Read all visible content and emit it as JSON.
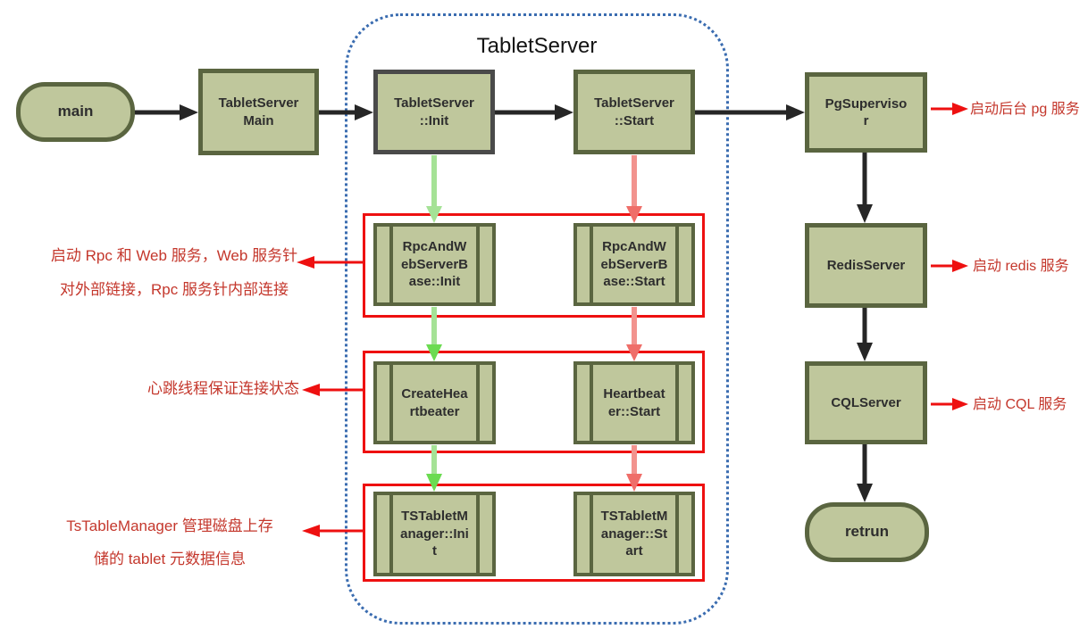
{
  "group": {
    "title": "TabletServer"
  },
  "nodes": {
    "main": {
      "label": "main"
    },
    "tablet_server_main": {
      "label": "TabletServer\nMain"
    },
    "tablet_server_init": {
      "label": "TabletServer\n::Init"
    },
    "tablet_server_start": {
      "label": "TabletServer\n::Start"
    },
    "rpc_web_init": {
      "label": "RpcAndW\nebServerB\nase::Init"
    },
    "rpc_web_start": {
      "label": "RpcAndW\nebServerB\nase::Start"
    },
    "create_heartbeater": {
      "label": "CreateHea\nrtbeater"
    },
    "heartbeater_start": {
      "label": "Heartbeat\ner::Start"
    },
    "ts_tablet_manager_init": {
      "label": "TSTabletM\nanager::Ini\nt"
    },
    "ts_tablet_manager_start": {
      "label": "TSTabletM\nanager::St\nart"
    },
    "pg_supervisor": {
      "label": "PgSuperviso\nr"
    },
    "redis_server": {
      "label": "RedisServer"
    },
    "cql_server": {
      "label": "CQLServer"
    },
    "retrun": {
      "label": "retrun"
    }
  },
  "annotations": {
    "rpc_web_note": "启动 Rpc 和 Web 服务，Web 服务针\n对外部链接，Rpc 服务针内部连接",
    "heartbeat_note": "心跳线程保证连接状态",
    "tablet_manager_note": "TsTableManager 管理磁盘上存\n储的 tablet 元数据信息",
    "pg_note": "启动后台 pg 服务",
    "redis_note": "启动 redis 服务",
    "cql_note": "启动 CQL 服务"
  },
  "colors": {
    "node_fill": "#bfc79c",
    "node_border": "#5a6540",
    "init_border": "#4a4a4a",
    "arrow_black": "#262626",
    "arrow_green": "#a5e296",
    "arrow_green_head": "#6bdb51",
    "arrow_pink": "#f2938e",
    "arrow_pink_head": "#ef6e69",
    "red_box": "#ee1010",
    "red_text": "#c4372c",
    "dashed_border": "#3a6cb0"
  }
}
